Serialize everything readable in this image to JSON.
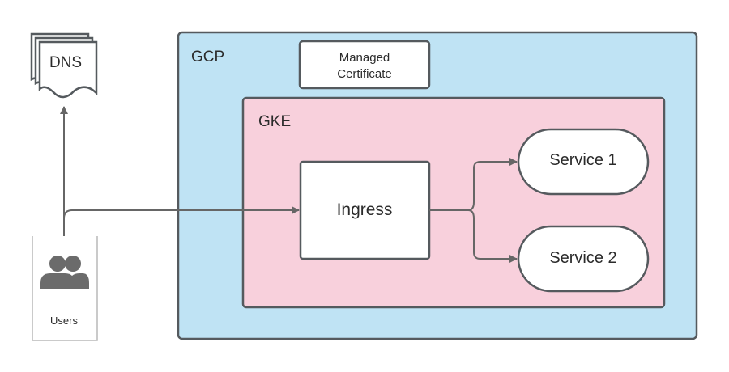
{
  "gcp": {
    "label": "GCP"
  },
  "gke": {
    "label": "GKE"
  },
  "certificate": {
    "line1": "Managed",
    "line2": "Certificate"
  },
  "dns": {
    "label": "DNS"
  },
  "ingress": {
    "label": "Ingress"
  },
  "services": [
    {
      "label": "Service 1"
    },
    {
      "label": "Service 2"
    }
  ],
  "users": {
    "label": "Users",
    "icon": "users-icon"
  },
  "colors": {
    "gcp_fill": "#bfe3f4",
    "gke_fill": "#f8d0dc",
    "border": "#555a5e",
    "node_fill": "#ffffff",
    "connector": "#666666",
    "icon": "#6b6b6b"
  }
}
